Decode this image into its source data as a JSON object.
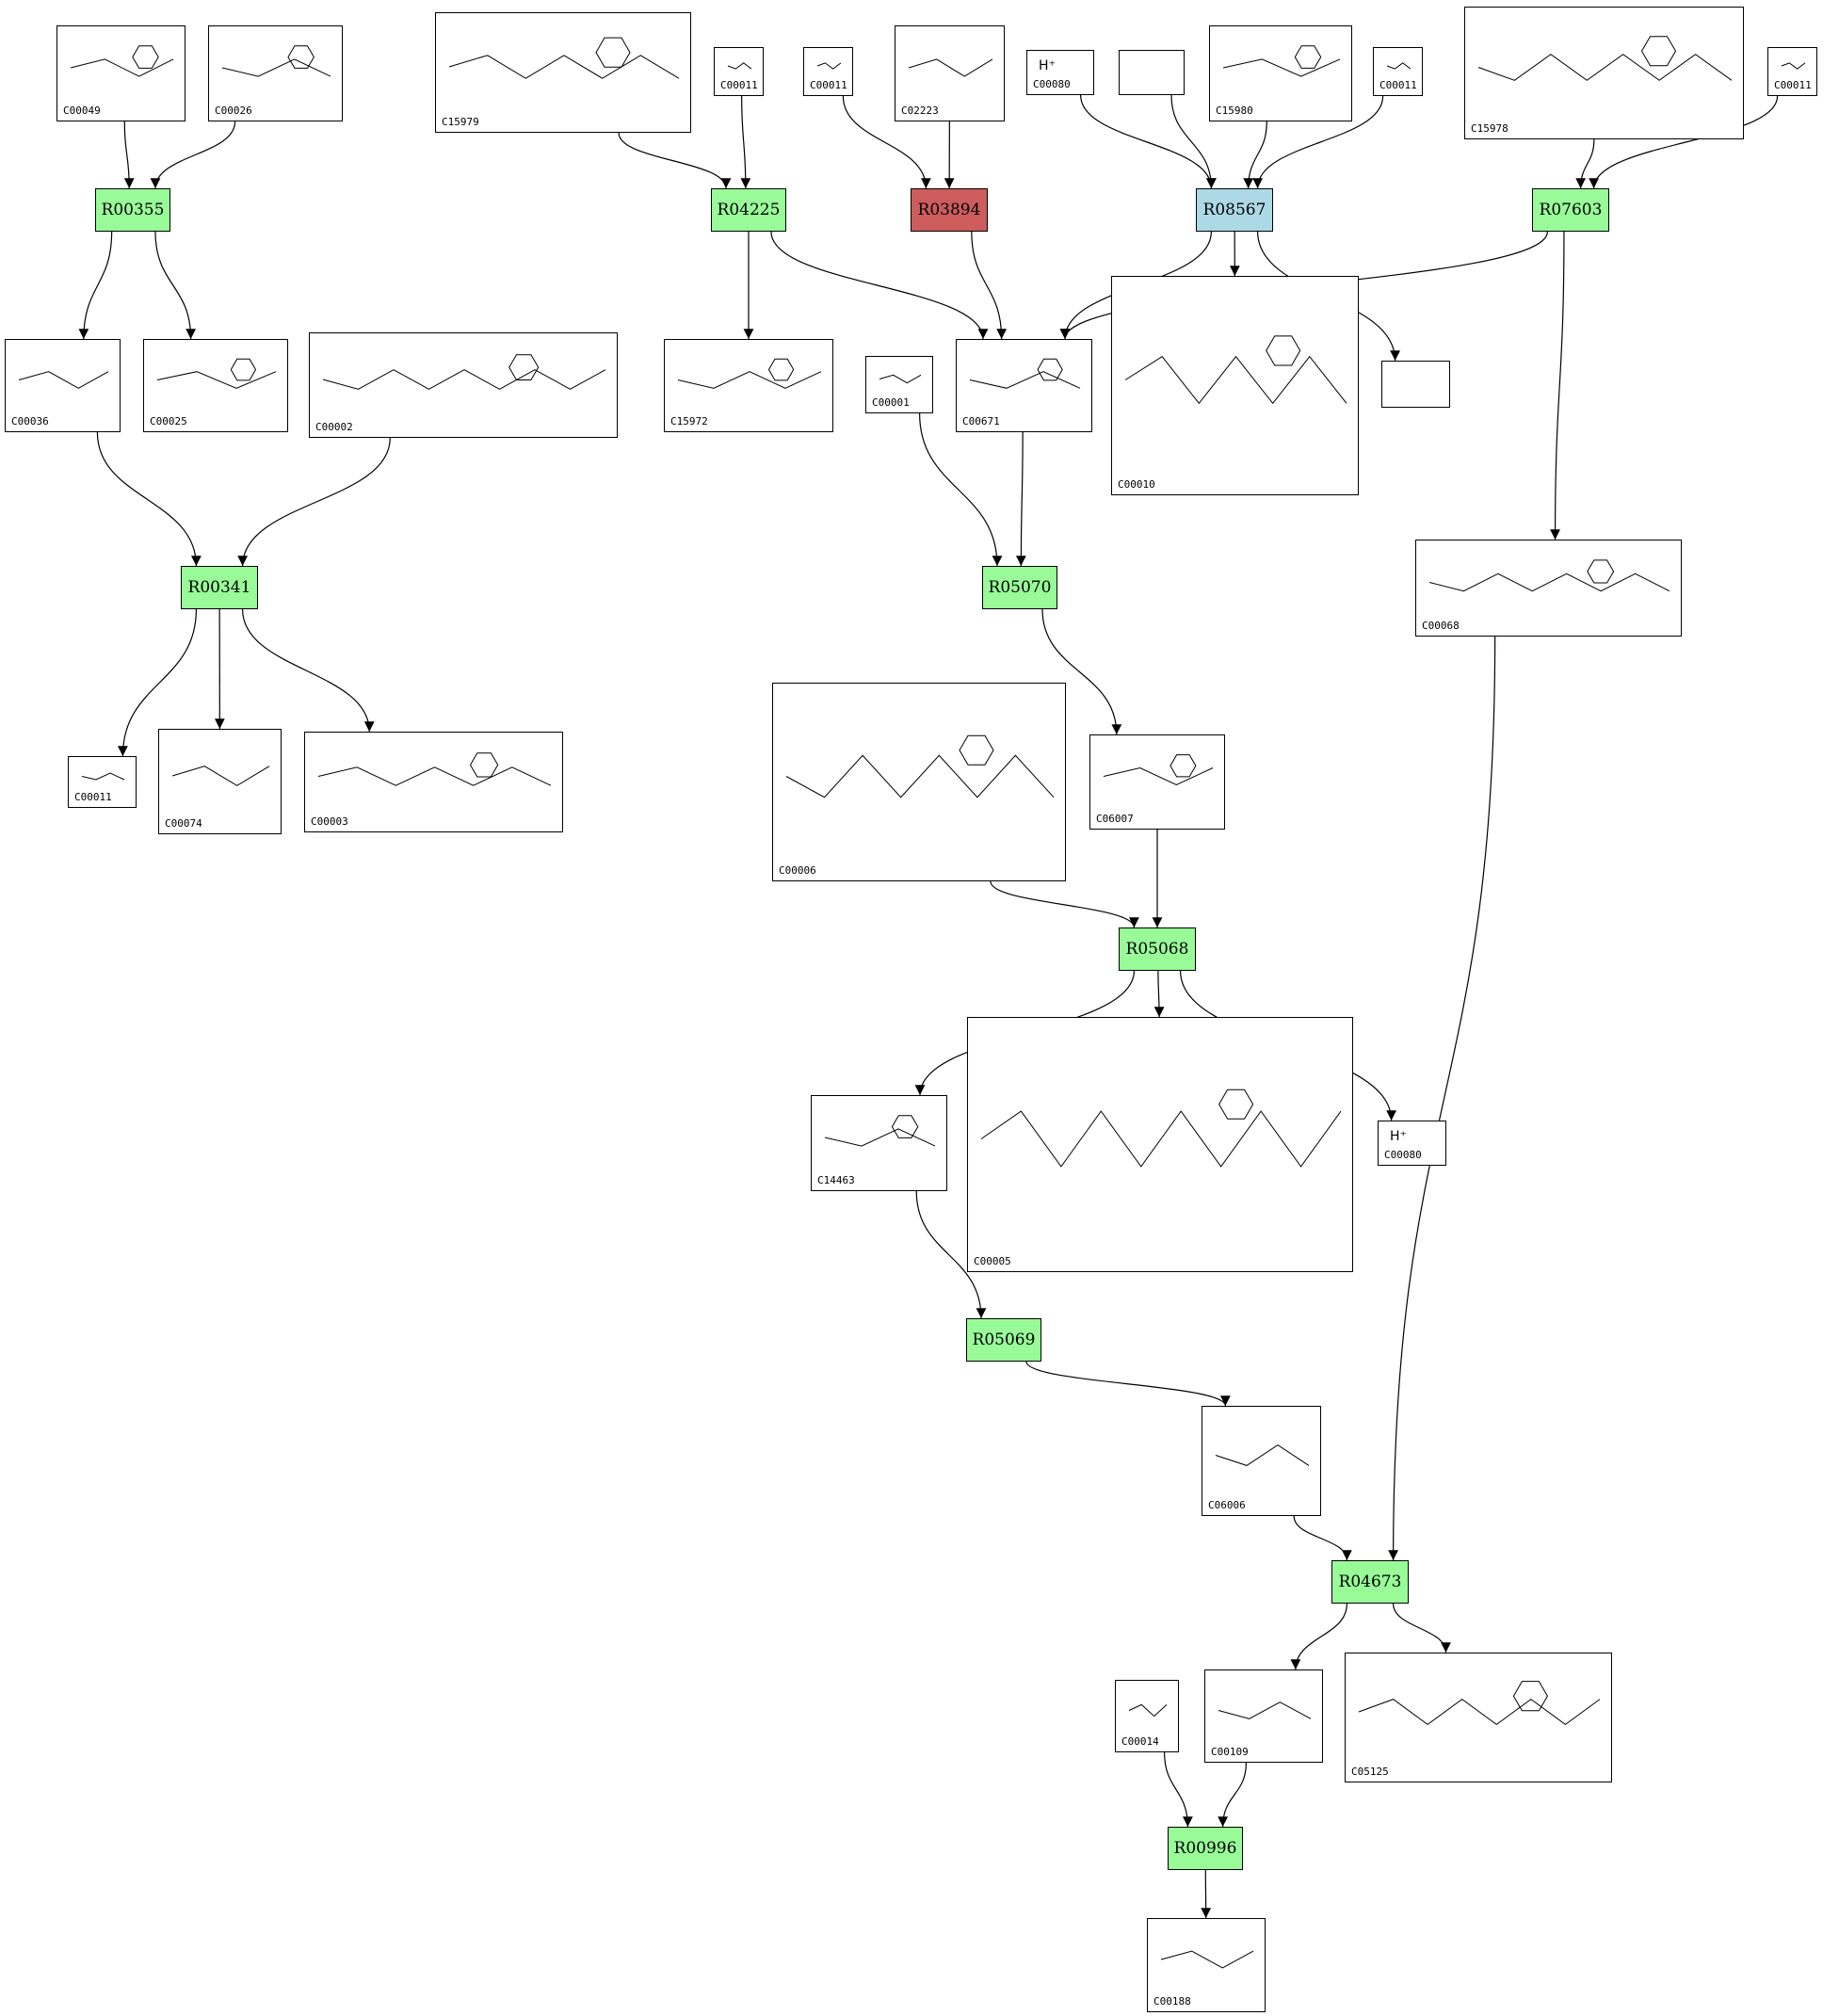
{
  "colors": {
    "reaction_default": "#98fb98",
    "reaction_highlight_red": "#cd5c5c",
    "reaction_highlight_blue": "#add8e6",
    "edge": "#000000"
  },
  "reactions": [
    {
      "id": "R00355",
      "label": "R00355",
      "color": "#98fb98"
    },
    {
      "id": "R04225",
      "label": "R04225",
      "color": "#98fb98"
    },
    {
      "id": "R03894",
      "label": "R03894",
      "color": "#cd5c5c"
    },
    {
      "id": "R08567",
      "label": "R08567",
      "color": "#add8e6"
    },
    {
      "id": "R07603",
      "label": "R07603",
      "color": "#98fb98"
    },
    {
      "id": "R00341",
      "label": "R00341",
      "color": "#98fb98"
    },
    {
      "id": "R05070",
      "label": "R05070",
      "color": "#98fb98"
    },
    {
      "id": "R05068",
      "label": "R05068",
      "color": "#98fb98"
    },
    {
      "id": "R05069",
      "label": "R05069",
      "color": "#98fb98"
    },
    {
      "id": "R04673",
      "label": "R04673",
      "color": "#98fb98"
    },
    {
      "id": "R00996",
      "label": "R00996",
      "color": "#98fb98"
    }
  ],
  "compounds": [
    {
      "id": "C00049",
      "label": "C00049"
    },
    {
      "id": "C00026",
      "label": "C00026"
    },
    {
      "id": "C15979",
      "label": "C15979"
    },
    {
      "id": "C00011_a",
      "label": "C00011"
    },
    {
      "id": "C00011_b",
      "label": "C00011"
    },
    {
      "id": "C02223",
      "label": "C02223"
    },
    {
      "id": "C00080_a",
      "label": "C00080",
      "text": "H⁺"
    },
    {
      "id": "blank_a",
      "label": ""
    },
    {
      "id": "C15980",
      "label": "C15980"
    },
    {
      "id": "C00011_c",
      "label": "C00011"
    },
    {
      "id": "C15978",
      "label": "C15978"
    },
    {
      "id": "C00011_d",
      "label": "C00011"
    },
    {
      "id": "C00036",
      "label": "C00036"
    },
    {
      "id": "C00025",
      "label": "C00025"
    },
    {
      "id": "C00002",
      "label": "C00002"
    },
    {
      "id": "C15972",
      "label": "C15972"
    },
    {
      "id": "C00001",
      "label": "C00001"
    },
    {
      "id": "C00671",
      "label": "C00671"
    },
    {
      "id": "C00010",
      "label": "C00010"
    },
    {
      "id": "blank_b",
      "label": ""
    },
    {
      "id": "C00068",
      "label": "C00068"
    },
    {
      "id": "C00011_e",
      "label": "C00011"
    },
    {
      "id": "C00074",
      "label": "C00074"
    },
    {
      "id": "C00003",
      "label": "C00003"
    },
    {
      "id": "C00006",
      "label": "C00006"
    },
    {
      "id": "C06007",
      "label": "C06007"
    },
    {
      "id": "C14463",
      "label": "C14463"
    },
    {
      "id": "C00005",
      "label": "C00005"
    },
    {
      "id": "C00080_b",
      "label": "C00080",
      "text": "H⁺"
    },
    {
      "id": "C06006",
      "label": "C06006"
    },
    {
      "id": "C00014",
      "label": "C00014"
    },
    {
      "id": "C00109",
      "label": "C00109"
    },
    {
      "id": "C05125",
      "label": "C05125"
    },
    {
      "id": "C00188",
      "label": "C00188"
    }
  ],
  "edges": [
    [
      "C00049",
      "R00355"
    ],
    [
      "C00026",
      "R00355"
    ],
    [
      "R00355",
      "C00036"
    ],
    [
      "R00355",
      "C00025"
    ],
    [
      "C00036",
      "R00341"
    ],
    [
      "C00002",
      "R00341"
    ],
    [
      "R00341",
      "C00011_e"
    ],
    [
      "R00341",
      "C00074"
    ],
    [
      "R00341",
      "C00003"
    ],
    [
      "C15979",
      "R04225"
    ],
    [
      "C00011_a",
      "R04225"
    ],
    [
      "R04225",
      "C15972"
    ],
    [
      "R04225",
      "C00671"
    ],
    [
      "C00011_b",
      "R03894"
    ],
    [
      "C02223",
      "R03894"
    ],
    [
      "R03894",
      "C00671"
    ],
    [
      "C00080_a",
      "R08567"
    ],
    [
      "blank_a",
      "R08567"
    ],
    [
      "C15980",
      "R08567"
    ],
    [
      "C00011_c",
      "R08567"
    ],
    [
      "R08567",
      "C00010"
    ],
    [
      "R08567",
      "blank_b"
    ],
    [
      "R08567",
      "C00671"
    ],
    [
      "C15978",
      "R07603"
    ],
    [
      "C00011_d",
      "R07603"
    ],
    [
      "R07603",
      "C00671"
    ],
    [
      "R07603",
      "C00068"
    ],
    [
      "C00001",
      "R05070"
    ],
    [
      "C00671",
      "R05070"
    ],
    [
      "R05070",
      "C06007"
    ],
    [
      "C00006",
      "R05068"
    ],
    [
      "C06007",
      "R05068"
    ],
    [
      "R05068",
      "C14463"
    ],
    [
      "R05068",
      "C00005"
    ],
    [
      "R05068",
      "C00080_b"
    ],
    [
      "C14463",
      "R05069"
    ],
    [
      "R05069",
      "C06006"
    ],
    [
      "C06006",
      "R04673"
    ],
    [
      "C00068",
      "R04673"
    ],
    [
      "R04673",
      "C00109"
    ],
    [
      "R04673",
      "C05125"
    ],
    [
      "C00014",
      "R00996"
    ],
    [
      "C00109",
      "R00996"
    ],
    [
      "R00996",
      "C00188"
    ]
  ]
}
